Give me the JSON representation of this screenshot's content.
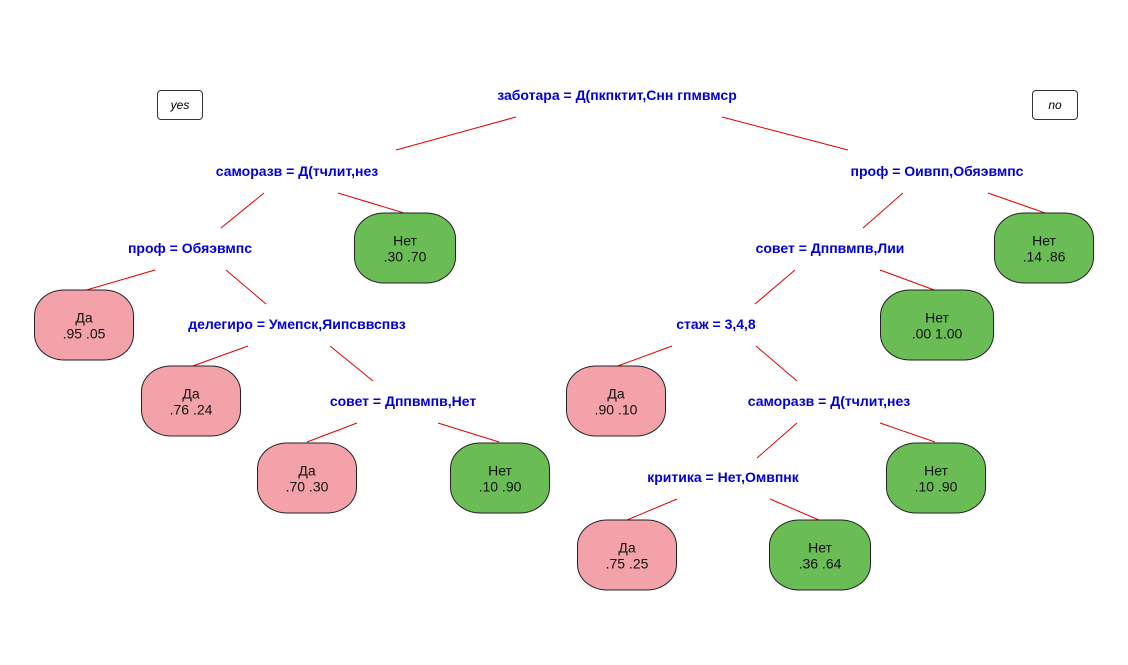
{
  "colors": {
    "yes_leaf": "#f4a2a9",
    "no_leaf": "#6abc55",
    "split_text": "#0000d4",
    "edge": "#e00000"
  },
  "branch_tags": {
    "left": "yes",
    "right": "no"
  },
  "splits": {
    "root": "заботара = Д(пкпктит,Снн гпмвмср",
    "s_left": "саморазв = Д(тчлит,нез",
    "s_left_l": "проф = Обяэвмпс",
    "s_deleg": "делегиро = Умепск,Яипсввспвз",
    "s_sovet_l": "совет = Дппвмпв,Нет",
    "s_right": "проф = Оивпп,Обяэвмпс",
    "s_sovet_r": "совет = Дппвмпв,Лии",
    "s_stazh": "стаж = 3,4,8",
    "s_samo_r": "саморазв = Д(тчлит,нез",
    "s_krit": "критика = Нет,Омвпнк"
  },
  "leaves": {
    "l_no_1": {
      "label": "Нет",
      "probs": ".30  .70"
    },
    "l_yes_1": {
      "label": "Да",
      "probs": ".95  .05"
    },
    "l_yes_2": {
      "label": "Да",
      "probs": ".76  .24"
    },
    "l_yes_3": {
      "label": "Да",
      "probs": ".70  .30"
    },
    "l_no_2": {
      "label": "Нет",
      "probs": ".10  .90"
    },
    "l_no_3": {
      "label": "Нет",
      "probs": ".14  .86"
    },
    "l_no_4": {
      "label": "Нет",
      "probs": ".00  1.00"
    },
    "l_yes_4": {
      "label": "Да",
      "probs": ".90  .10"
    },
    "l_no_5": {
      "label": "Нет",
      "probs": ".10  .90"
    },
    "l_yes_5": {
      "label": "Да",
      "probs": ".75  .25"
    },
    "l_no_6": {
      "label": "Нет",
      "probs": ".36  .64"
    }
  }
}
